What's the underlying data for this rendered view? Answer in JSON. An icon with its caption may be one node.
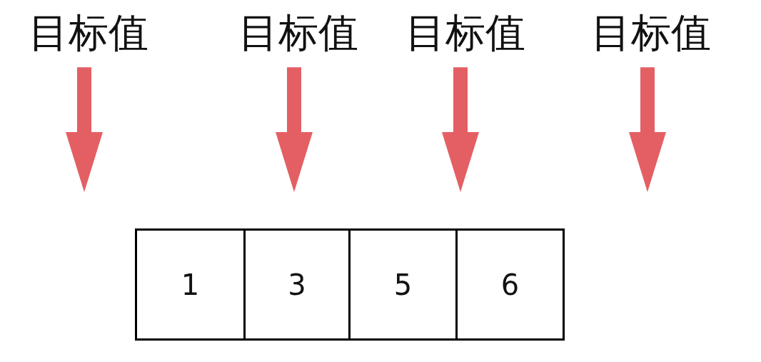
{
  "diagram": {
    "nodes": [
      {
        "text": [
          "目标值"
        ]
      },
      {
        "text": [
          "目标值"
        ]
      },
      {
        "text": [
          "目标值"
        ]
      },
      {
        "text": [
          "目标值"
        ]
      },
      {
        "text": [
          "1"
        ]
      },
      {
        "text": [
          "3"
        ]
      },
      {
        "text": [
          "5"
        ]
      },
      {
        "text": [
          "6"
        ]
      }
    ],
    "edges": [
      {
        "from": 0,
        "to": null,
        "arrow": "to"
      },
      {
        "from": 1,
        "to": null,
        "arrow": "to"
      },
      {
        "from": 2,
        "to": null,
        "arrow": "to"
      },
      {
        "from": 3,
        "to": null,
        "arrow": "to"
      }
    ]
  }
}
